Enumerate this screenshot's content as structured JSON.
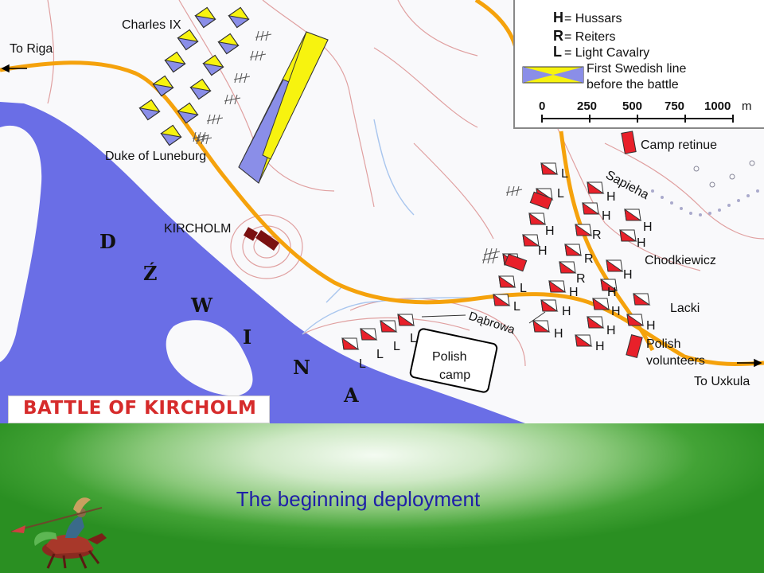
{
  "map": {
    "labels": {
      "charles": "Charles IX",
      "riga": "To Riga",
      "duke": "Duke of Luneburg",
      "kircholm": "KIRCHOLM",
      "sapieha": "Sapieha",
      "chodkiewicz": "Chodkiewicz",
      "lacki": "Lacki",
      "dabrowa": "Dąbrowa",
      "polish_camp": "Polish camp",
      "polish_volunteers": "Polish volunteers",
      "uxkula": "To Uxkula",
      "camp_retinue": "Camp retinue"
    },
    "river_letters": [
      "D",
      "Ź",
      "W",
      "I",
      "N",
      "A"
    ],
    "unit_letters": {
      "sapieha": [
        "L",
        "L",
        "H",
        "H",
        "H",
        "H"
      ],
      "mid": [
        "H",
        "H",
        "R",
        "R",
        "R",
        "H"
      ],
      "chodkiewicz": [
        "H",
        "H",
        "H",
        "H"
      ],
      "lower": [
        "L",
        "L",
        "H",
        "H",
        "H",
        "H"
      ],
      "camp_front": [
        "L",
        "L",
        "L",
        "L"
      ]
    }
  },
  "legend": {
    "items": [
      {
        "key": "H",
        "label": "= Hussars"
      },
      {
        "key": "R",
        "label": "= Reiters"
      },
      {
        "key": "L",
        "label": "= Light Cavalry"
      }
    ],
    "swedish_line_1": "First Swedish line",
    "swedish_line_2": "before the battle",
    "scale": [
      "0",
      "250",
      "500",
      "750",
      "1000"
    ],
    "scale_unit": "m"
  },
  "title": "Battle of Kircholm",
  "caption": "The beginning deployment",
  "colors": {
    "river": "#6a6ee6",
    "road": "#f5a20c",
    "swedish_yellow": "#f7f30f",
    "swedish_blue": "#8a8ee8",
    "polish_red": "#e8202a",
    "caption": "#1f1fa8"
  }
}
